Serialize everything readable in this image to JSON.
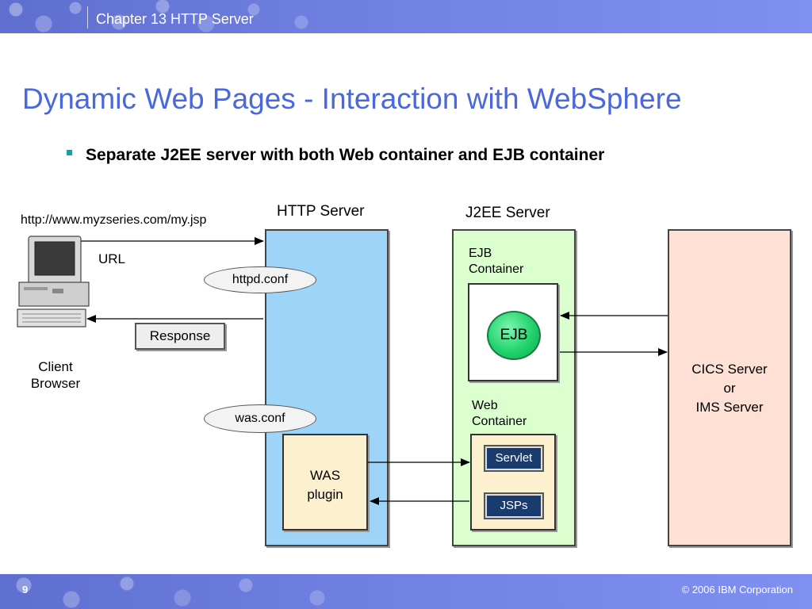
{
  "header": {
    "chapter": "Chapter 13 HTTP Server"
  },
  "slide": {
    "title": "Dynamic Web Pages - Interaction with WebSphere",
    "bullet": "Separate J2EE server with both Web container and EJB container"
  },
  "diagram": {
    "url_text": "http://www.myzseries.com/my.jsp",
    "url_label": "URL",
    "client_line1": "Client",
    "client_line2": "Browser",
    "response": "Response",
    "http_server": "HTTP Server",
    "httpd_conf": "httpd.conf",
    "was_conf": "was.conf",
    "was_plugin_line1": "WAS",
    "was_plugin_line2": "plugin",
    "j2ee_server": "J2EE Server",
    "ejb_container_line1": "EJB",
    "ejb_container_line2": "Container",
    "ejb": "EJB",
    "web_container_line1": "Web",
    "web_container_line2": "Container",
    "servlet": "Servlet",
    "jsps": "JSPs",
    "cics_line1": "CICS Server",
    "cics_line2": "or",
    "cics_line3": "IMS Server"
  },
  "footer": {
    "page": "9",
    "copyright": "© 2006 IBM Corporation"
  },
  "colors": {
    "title": "#4a68dc",
    "http_server_fill": "#9dd4f8",
    "j2ee_server_fill": "#dcffd0",
    "cics_fill": "#ffe0d4",
    "plugin_fill": "#fdf0cf",
    "ejb_fill": "#21d36c",
    "button_fill": "#1a3b6e"
  }
}
